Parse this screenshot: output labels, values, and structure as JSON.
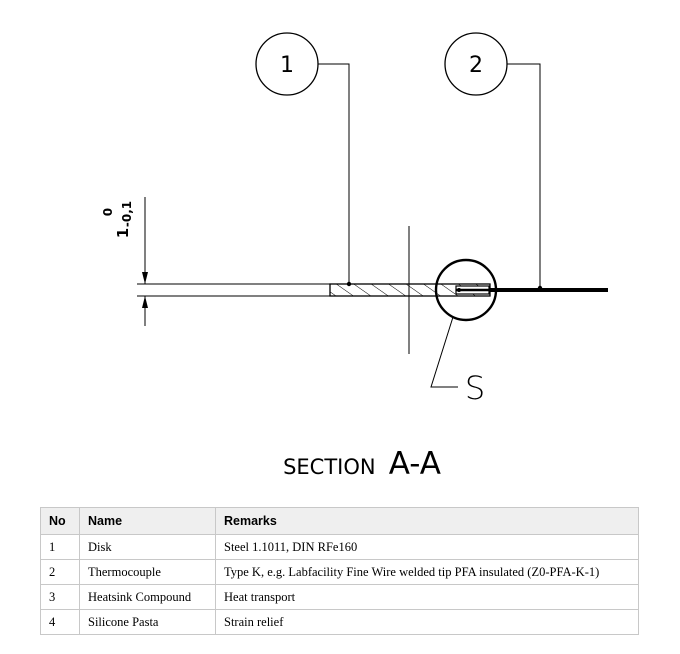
{
  "drawing": {
    "callouts": [
      {
        "label": "1"
      },
      {
        "label": "2"
      }
    ],
    "detail_marker": "S",
    "tolerance": {
      "nominal": "1",
      "upper": "0",
      "lower": "-0,1"
    },
    "section_title": {
      "prefix": "SECTION",
      "name": "A-A"
    }
  },
  "table": {
    "headers": [
      "No",
      "Name",
      "Remarks"
    ],
    "rows": [
      {
        "no": "1",
        "name": "Disk",
        "remarks": "Steel 1.1011, DIN RFe160"
      },
      {
        "no": "2",
        "name": "Thermocouple",
        "remarks": "Type K, e.g. Labfacility Fine Wire welded tip PFA insulated (Z0-PFA-K-1)"
      },
      {
        "no": "3",
        "name": "Heatsink Compound",
        "remarks": "Heat transport"
      },
      {
        "no": "4",
        "name": "Silicone Pasta",
        "remarks": "Strain relief"
      }
    ]
  }
}
